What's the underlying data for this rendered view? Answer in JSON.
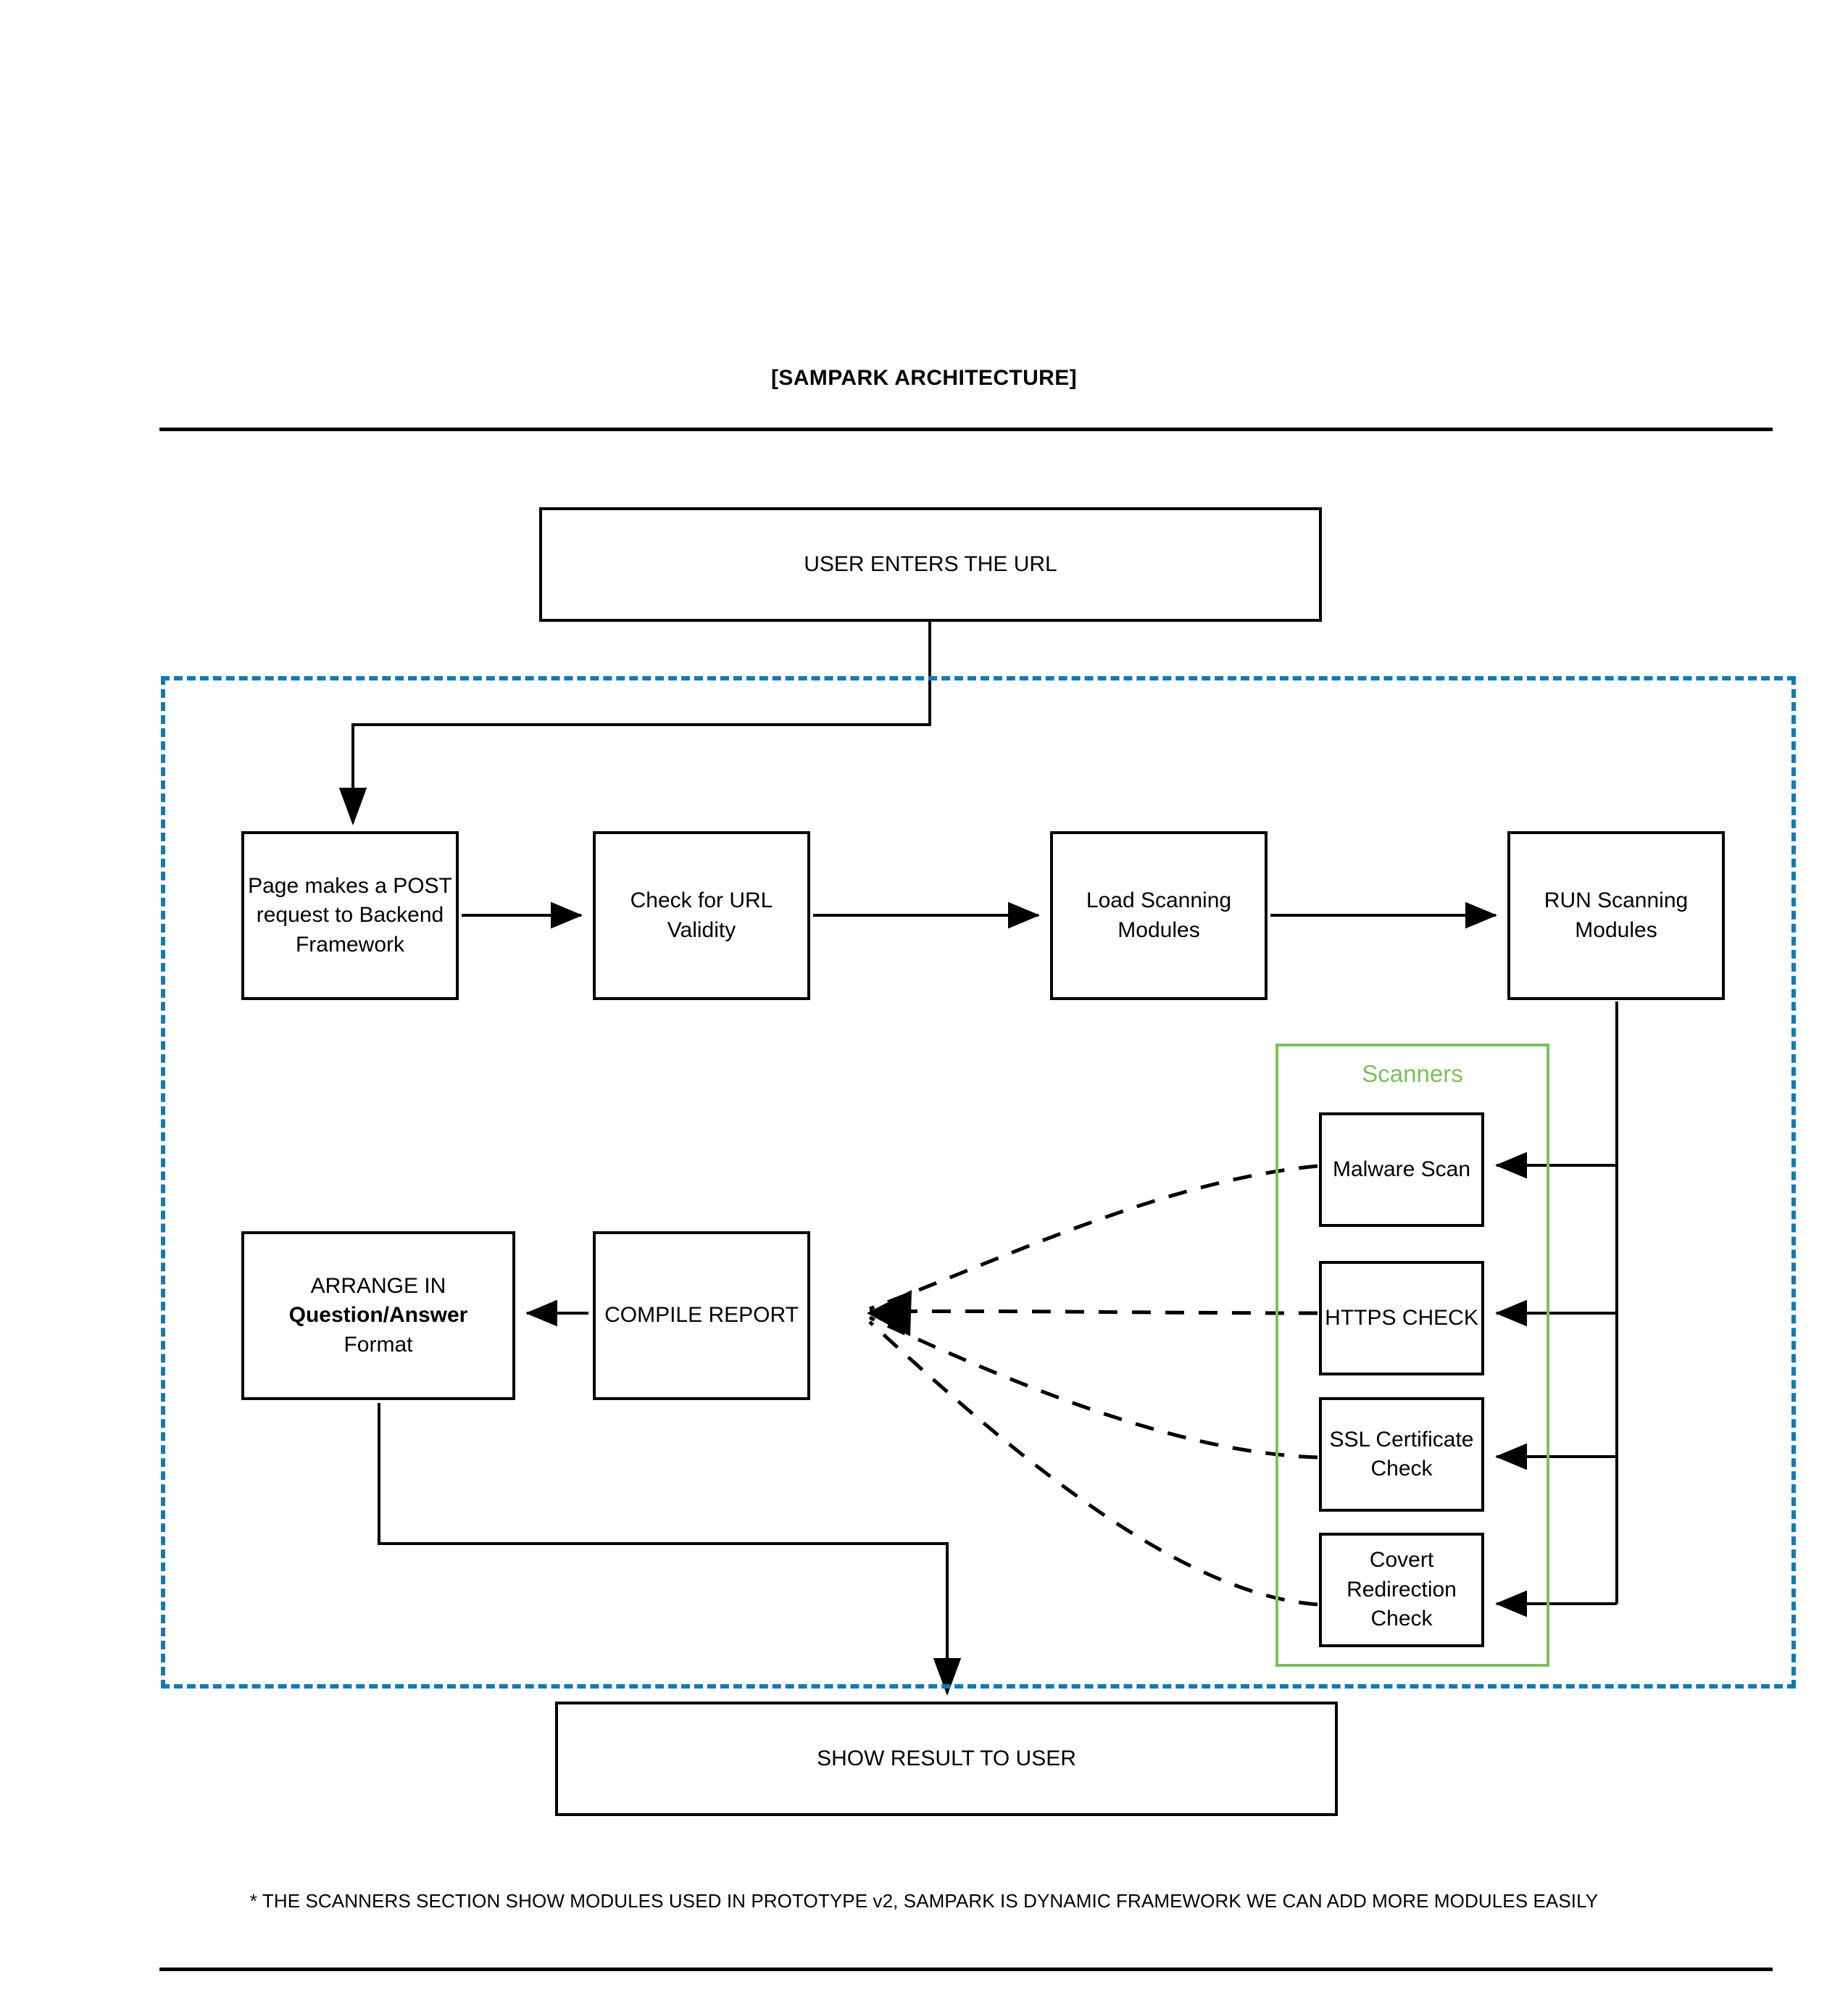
{
  "page": {
    "title": "[SAMPARK ARCHITECTURE]",
    "footer_note": "* THE SCANNERS SECTION SHOW MODULES USED IN PROTOTYPE v2, SAMPARK IS DYNAMIC FRAMEWORK WE CAN ADD MORE MODULES EASILY"
  },
  "colors": {
    "pipeline_boundary": "#1379B5",
    "scanners_border": "#7CBF5B",
    "scanners_label": "#7CBF5B",
    "node_border": "#000000",
    "connector": "#000000",
    "background": "#FFFFFF"
  },
  "groups": {
    "pipeline": {
      "label": "",
      "border_style": "dashed"
    },
    "scanners": {
      "label": "Scanners",
      "border_style": "solid"
    }
  },
  "nodes": {
    "user_url": "USER ENTERS THE URL",
    "post_request": "Page makes a POST request to Backend Framework",
    "url_validity": "Check for URL Validity",
    "load_modules": "Load Scanning Modules",
    "run_modules": "RUN Scanning Modules",
    "arrange": {
      "line1": "ARRANGE IN",
      "line2": "Question/Answer",
      "line3": "Format"
    },
    "compile_report": "COMPILE REPORT",
    "show_result": "SHOW RESULT TO USER"
  },
  "scanners": [
    {
      "id": "malware-scan",
      "label": "Malware Scan"
    },
    {
      "id": "https-check",
      "label": "HTTPS CHECK"
    },
    {
      "id": "ssl-certificate-check",
      "label": "SSL Certificate Check"
    },
    {
      "id": "covert-redirection-check",
      "label": "Covert Redirection Check"
    }
  ],
  "flow": {
    "solid_edges": [
      {
        "from": "user_url",
        "to": "post_request"
      },
      {
        "from": "post_request",
        "to": "url_validity"
      },
      {
        "from": "url_validity",
        "to": "load_modules"
      },
      {
        "from": "load_modules",
        "to": "run_modules"
      },
      {
        "from": "run_modules",
        "to": "malware-scan"
      },
      {
        "from": "run_modules",
        "to": "https-check"
      },
      {
        "from": "run_modules",
        "to": "ssl-certificate-check"
      },
      {
        "from": "run_modules",
        "to": "covert-redirection-check"
      },
      {
        "from": "compile_report",
        "to": "arrange"
      },
      {
        "from": "arrange",
        "to": "show_result"
      }
    ],
    "dashed_edges": [
      {
        "from": "malware-scan",
        "to": "compile_report"
      },
      {
        "from": "https-check",
        "to": "compile_report"
      },
      {
        "from": "ssl-certificate-check",
        "to": "compile_report"
      },
      {
        "from": "covert-redirection-check",
        "to": "compile_report"
      }
    ]
  }
}
